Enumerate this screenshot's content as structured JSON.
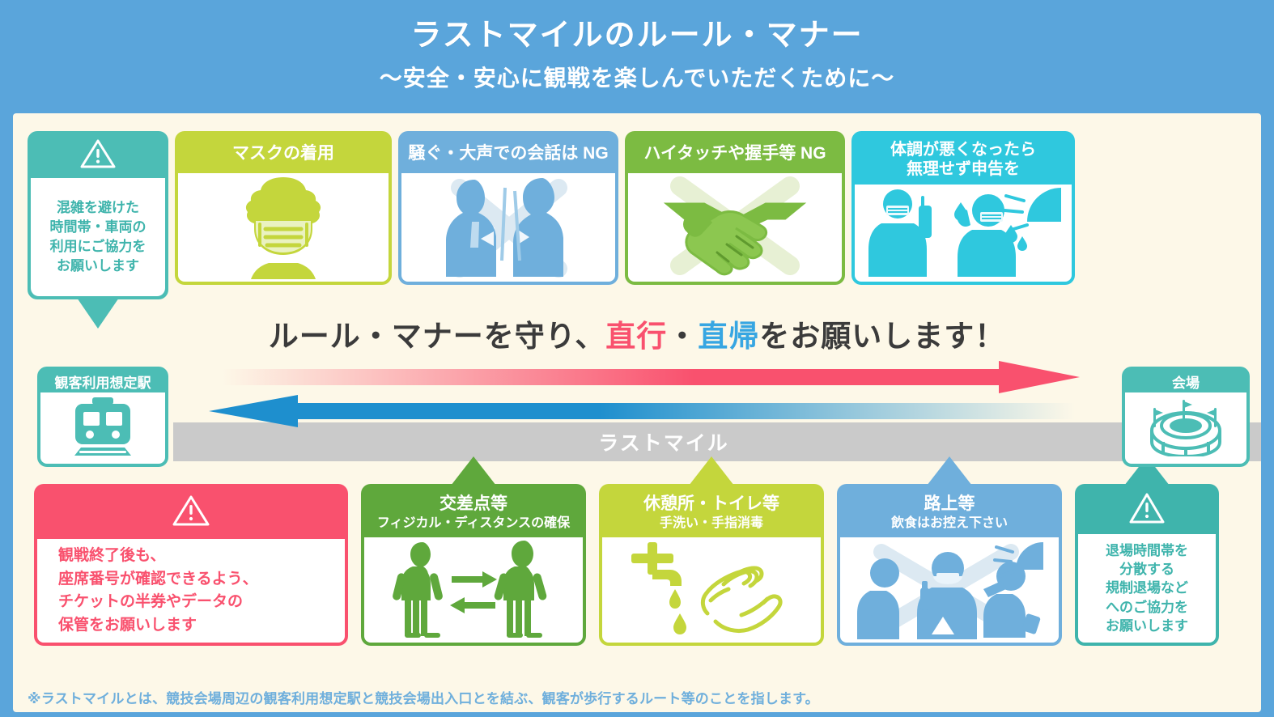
{
  "theme": {
    "bg_blue": "#5AA5DB",
    "panel_cream": "#FDF8E8",
    "teal": "#4CBDB5",
    "teal_dark": "#3FB4AC",
    "cyan": "#2FC8DE",
    "yellow_green": "#C4D63C",
    "green": "#7CBB42",
    "green_dark": "#5FA83C",
    "blue": "#6FAFDC",
    "pink": "#F9516E",
    "gray_band": "#CACACA",
    "arrow_pink": "#F9516E",
    "arrow_blue": "#1E8FCE"
  },
  "header": {
    "title": "ラストマイルのルール・マナー",
    "subtitle": "～安全・安心に観戦を楽しんでいただくために～"
  },
  "top_cards": [
    {
      "id": "c1",
      "icon": "warning-triangle-icon",
      "header_lines": [],
      "body_lines": [
        "混雑を避けた",
        "時間帯・車両の",
        "利用にご協力を",
        "お願いします"
      ],
      "color": "#4CBDB5",
      "has_pointer": true
    },
    {
      "id": "c2",
      "icon": "masked-face-icon",
      "header_lines": [
        "マスクの着用"
      ],
      "body_lines": [],
      "color": "#C4D63C",
      "has_pointer": false
    },
    {
      "id": "c3",
      "icon": "no-loud-talking-icon",
      "header_lines": [
        "騒ぐ・大声での会話は NG"
      ],
      "body_lines": [],
      "color": "#6FAFDC",
      "has_pointer": false
    },
    {
      "id": "c4",
      "icon": "no-handshake-icon",
      "header_lines": [
        "ハイタッチや握手等 NG"
      ],
      "body_lines": [],
      "color": "#7CBB42",
      "has_pointer": false
    },
    {
      "id": "c5",
      "icon": "report-illness-icon",
      "header_lines": [
        "体調が悪くなったら",
        "無理せず申告を"
      ],
      "body_lines": [],
      "color": "#2FC8DE",
      "has_pointer": false
    }
  ],
  "slogan": {
    "part1": "ルール・マナーを守り、",
    "highlight_pink": "直行",
    "middot": "・",
    "highlight_blue": "直帰",
    "part2": "をお願いします！"
  },
  "route": {
    "station_label": "観客利用想定駅",
    "station_icon": "train-icon",
    "venue_label": "会場",
    "venue_icon": "stadium-icon",
    "band_label": "ラストマイル",
    "arrow_to_venue": "arrow-right-pink",
    "arrow_to_station": "arrow-left-blue"
  },
  "bottom_cards": [
    {
      "id": "b1",
      "icon": "warning-triangle-icon",
      "header_lines": [],
      "body_lines": [
        "観戦終了後も、",
        "座席番号が確認できるよう、",
        "チケットの半券やデータの",
        "保管をお願いします"
      ],
      "color": "#F9516E",
      "has_uppointer": false
    },
    {
      "id": "b2",
      "icon": "physical-distance-icon",
      "header_title": "交差点等",
      "header_sub": "フィジカル・ディスタンスの確保",
      "body_lines": [],
      "color": "#5FA83C",
      "has_uppointer": true
    },
    {
      "id": "b3",
      "icon": "handwash-icon",
      "header_title": "休憩所・トイレ等",
      "header_sub": "手洗い・手指消毒",
      "body_lines": [],
      "color": "#C4D63C",
      "has_uppointer": true
    },
    {
      "id": "b4",
      "icon": "no-street-eating-icon",
      "header_title": "路上等",
      "header_sub": "飲食はお控え下さい",
      "body_lines": [],
      "color": "#6FAFDC",
      "has_uppointer": true
    },
    {
      "id": "b5",
      "icon": "warning-triangle-icon",
      "header_lines": [],
      "body_lines": [
        "退場時間帯を",
        "分散する",
        "規制退場など",
        "へのご協力を",
        "お願いします"
      ],
      "color": "#3FB4AC",
      "has_uppointer": true
    }
  ],
  "footnote": {
    "text": "※ラストマイルとは、競技会場周辺の観客利用想定駅と競技会場出入口とを結ぶ、観客が歩行するルート等のことを指します。"
  }
}
